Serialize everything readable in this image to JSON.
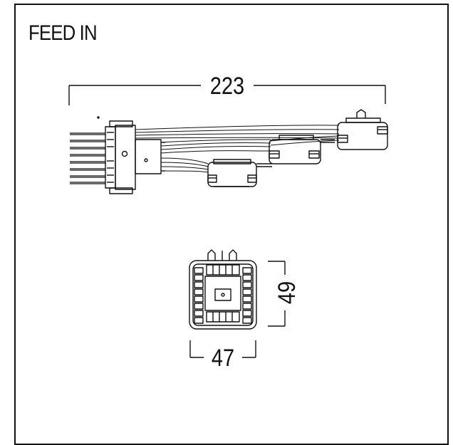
{
  "title": "FEED IN",
  "dimensions": {
    "length": "223",
    "width": "47",
    "height": "49"
  }
}
